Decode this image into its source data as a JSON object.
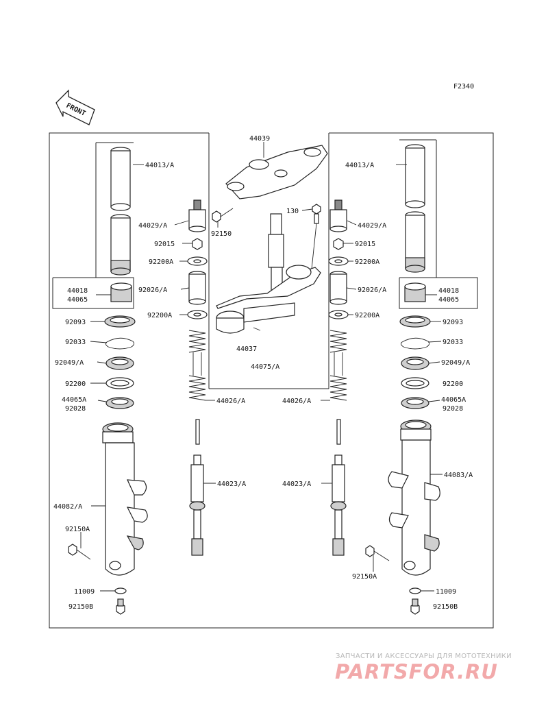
{
  "figure_code": "F2340",
  "front_badge": "FRONT",
  "labels": {
    "l44039": "44039",
    "l44013a_left": "44013/A",
    "l44013a_right": "44013/A",
    "l44029a_left": "44029/A",
    "l44029a_right": "44029/A",
    "l92150": "92150",
    "l130": "130",
    "l92015_left": "92015",
    "l92015_right": "92015",
    "l92200a_left_top": "92200A",
    "l92200a_right_top": "92200A",
    "l44018_left": "44018",
    "l44065_left": "44065",
    "l44018_right": "44018",
    "l44065_right": "44065",
    "l92026a_left": "92026/A",
    "l92026a_right": "92026/A",
    "l92200a_left_bot": "92200A",
    "l92200a_right_bot": "92200A",
    "l92093_left": "92093",
    "l92093_right": "92093",
    "l44037": "44037",
    "l92033_left": "92033",
    "l92033_right": "92033",
    "l92049a_left": "92049/A",
    "l92049a_right": "92049/A",
    "l44075a": "44075/A",
    "l92200_left": "92200",
    "l92200_right": "92200",
    "l44065a_left": "44065A",
    "l92028_left": "92028",
    "l44065a_right": "44065A",
    "l92028_right": "92028",
    "l44026a_left": "44026/A",
    "l44026a_right": "44026/A",
    "l44023a_left": "44023/A",
    "l44023a_right": "44023/A",
    "l44083a": "44083/A",
    "l44082a": "44082/A",
    "l92150a_left": "92150A",
    "l92150a_right": "92150A",
    "l11009_left": "11009",
    "l11009_right": "11009",
    "l92150b_left": "92150B",
    "l92150b_right": "92150B"
  },
  "watermark": {
    "tagline": "ЗАПЧАСТИ И АКСЕССУАРЫ ДЛЯ МОТОТЕХНИКИ",
    "logo": "PARTSFOR.RU"
  }
}
